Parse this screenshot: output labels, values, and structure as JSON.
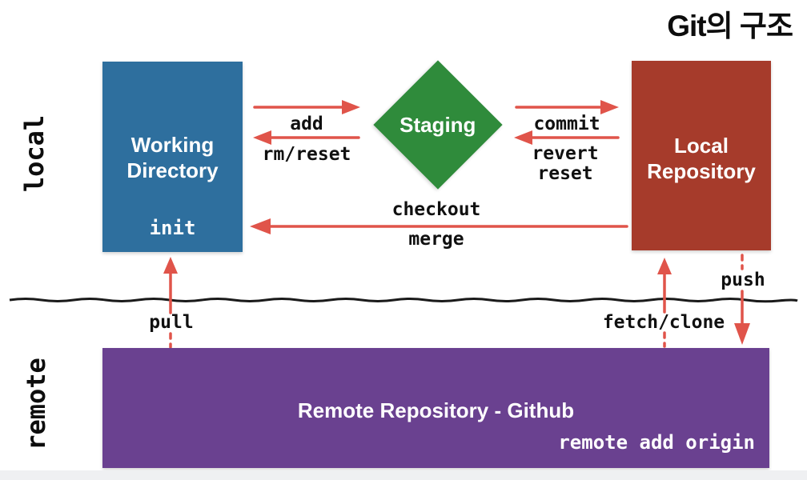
{
  "title": "Git의 구조",
  "row_labels": {
    "local": "local",
    "remote": "remote"
  },
  "boxes": {
    "working_directory": {
      "label": "Working Directory",
      "command": "init"
    },
    "staging": {
      "label": "Staging"
    },
    "local_repository": {
      "label": "Local Repository"
    },
    "remote_repository": {
      "label": "Remote Repository - Github",
      "command": "remote add origin"
    }
  },
  "arrow_labels": {
    "add": "add",
    "rm_reset": "rm/reset",
    "commit": "commit",
    "revert": "revert",
    "reset": "reset",
    "checkout": "checkout",
    "merge": "merge",
    "pull": "pull",
    "fetch_clone": "fetch/clone",
    "push": "push"
  },
  "colors": {
    "working_directory": "#2e6f9e",
    "staging": "#2f8b3b",
    "local_repository": "#a63b2b",
    "remote_repository": "#6a4190",
    "arrow": "#e0544a",
    "divider": "#1a1a1a",
    "label_text": "#101010"
  }
}
